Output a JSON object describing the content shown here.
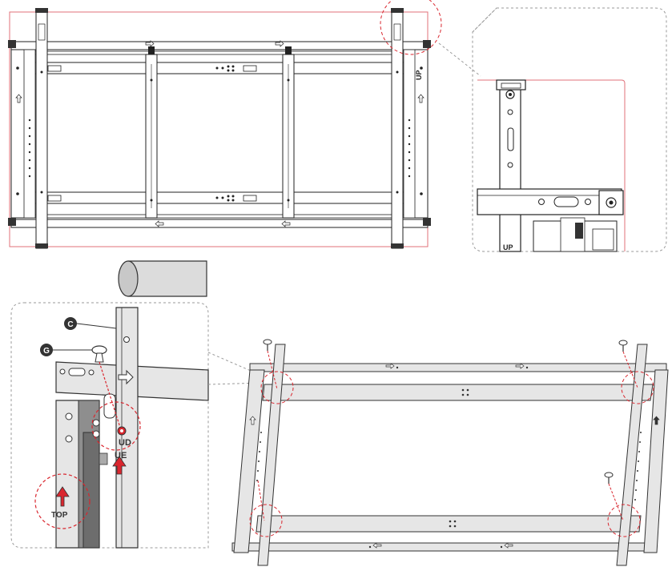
{
  "callouts": {
    "c": "C",
    "g": "G"
  },
  "markings": {
    "up_top": "UP",
    "up_right": "UP",
    "up_detail_1": "UD",
    "up_detail_2": "UE",
    "top": "TOP"
  },
  "colors": {
    "line": "#222222",
    "panel_fill": "#e6e6e6",
    "panel_stroke": "#333333",
    "frame_red": "#e0707a",
    "callout_red": "#d9262e",
    "dash_gray": "#9a9a9a",
    "arrow_red": "#d9262e"
  },
  "icons": [
    "screw-icon",
    "arrow-up-icon",
    "arrow-right-icon",
    "arrow-left-icon",
    "bolt-icon"
  ]
}
